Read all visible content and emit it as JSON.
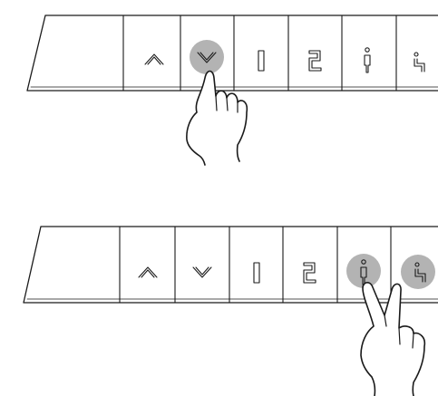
{
  "colors": {
    "line": "#1a1a1a",
    "highlight": "#b3b3b3",
    "background": "#ffffff"
  },
  "panels": [
    {
      "id": "top",
      "pressed_keys": [
        "down"
      ],
      "gesture": "one-finger-pointing-hand",
      "keys": [
        {
          "id": "up",
          "icon": "up-arrow-icon"
        },
        {
          "id": "down",
          "icon": "down-arrow-icon"
        },
        {
          "id": "preset-1",
          "label": "1"
        },
        {
          "id": "preset-2",
          "label": "2"
        },
        {
          "id": "stand",
          "icon": "standing-person-icon"
        },
        {
          "id": "sit",
          "icon": "sitting-person-icon"
        }
      ]
    },
    {
      "id": "bottom",
      "pressed_keys": [
        "stand",
        "sit"
      ],
      "gesture": "two-finger-victory-hand",
      "keys": [
        {
          "id": "up",
          "icon": "up-arrow-icon"
        },
        {
          "id": "down",
          "icon": "down-arrow-icon"
        },
        {
          "id": "preset-1",
          "label": "1"
        },
        {
          "id": "preset-2",
          "label": "2"
        },
        {
          "id": "stand",
          "icon": "standing-person-icon"
        },
        {
          "id": "sit",
          "icon": "sitting-person-icon"
        }
      ]
    }
  ]
}
